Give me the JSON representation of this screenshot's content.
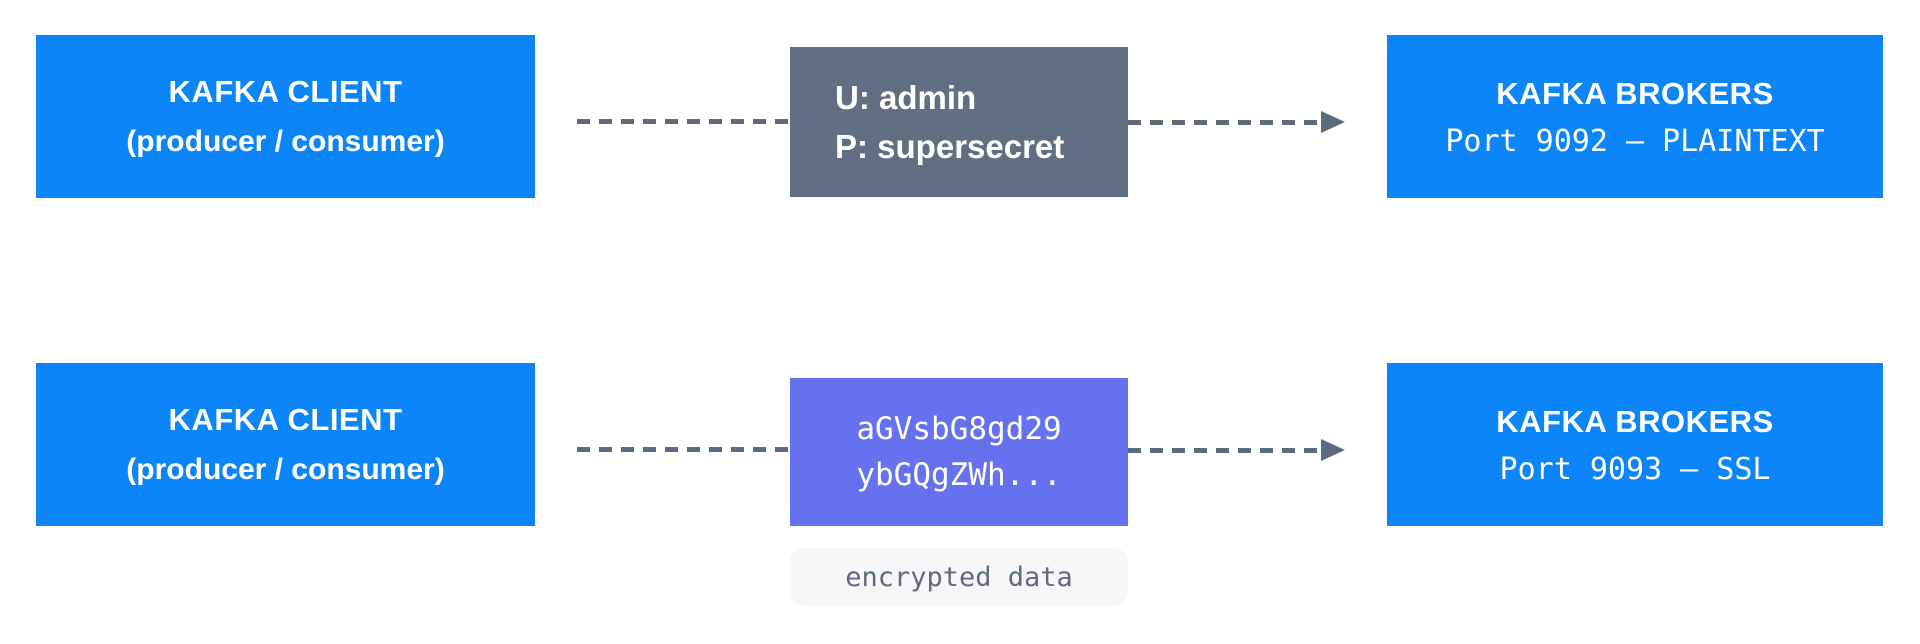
{
  "colors": {
    "blue": "#0b85f8",
    "slate": "#626f82",
    "purple": "#6571ee",
    "arrow": "#5b6a7c",
    "label_bg": "#f6f7f9",
    "label_text": "#5d6c80",
    "box_text": "#ffffff"
  },
  "rows": [
    {
      "name": "plaintext",
      "client": {
        "title": "KAFKA CLIENT",
        "subtitle": "(producer / consumer)"
      },
      "middle": {
        "line1": "U: admin",
        "line2": "P: supersecret"
      },
      "broker": {
        "title": "KAFKA BROKERS",
        "subtitle": "Port 9092 – PLAINTEXT"
      }
    },
    {
      "name": "ssl",
      "client": {
        "title": "KAFKA CLIENT",
        "subtitle": "(producer / consumer)"
      },
      "middle": {
        "line1": "aGVsbG8gd29",
        "line2": "ybGQgZWh..."
      },
      "broker": {
        "title": "KAFKA BROKERS",
        "subtitle": "Port 9093 – SSL"
      }
    }
  ],
  "encrypted_label": "encrypted data"
}
